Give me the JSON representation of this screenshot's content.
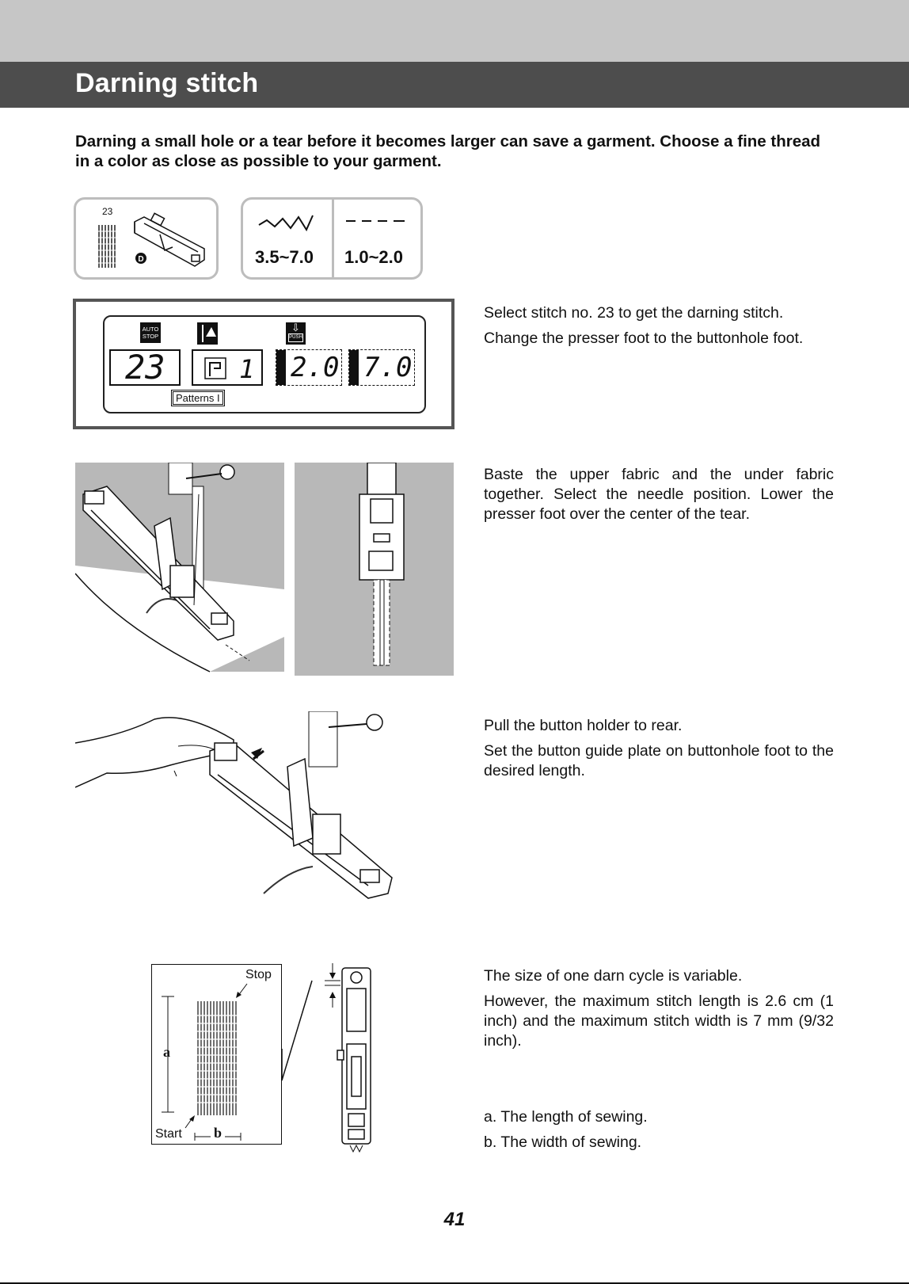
{
  "title": "Darning stitch",
  "intro": "Darning a small hole or a tear before it becomes larger can save a garment. Choose a fine thread in a color as close as possible to your garment.",
  "foot_box": {
    "stitch_number": "23",
    "foot_letter": "D"
  },
  "settings": {
    "width_range": "3.5~7.0",
    "length_range": "1.0~2.0"
  },
  "lcd": {
    "auto_stop": [
      "AUTO",
      "STOP"
    ],
    "push": "PUSH",
    "stitch": "23",
    "pattern_char": "1",
    "length_value": "2.0",
    "width_value": "7.0",
    "patterns_label": "Patterns I"
  },
  "steps": [
    {
      "paragraphs": [
        "Select stitch no. 23 to get the darning stitch.",
        "Change the presser foot to the buttonhole foot."
      ]
    },
    {
      "paragraphs": [
        "Baste the upper fabric and the under fabric together. Select the needle position. Lower the presser foot over the center of the tear."
      ]
    },
    {
      "paragraphs": [
        "Pull the button holder to rear.",
        "Set the button guide plate on buttonhole foot to the desired length."
      ]
    },
    {
      "paragraphs": [
        "The size of one darn cycle is variable.",
        "However, the maximum stitch length is 2.6 cm (1 inch) and the maximum stitch width is 7 mm (9/32 inch)."
      ]
    }
  ],
  "legend": [
    "a. The length of sewing.",
    "b. The width of sewing."
  ],
  "diagram_labels": {
    "stop": "Stop",
    "start": "Start",
    "a": "a",
    "b": "b"
  },
  "page_number": "41",
  "colors": {
    "title_bar": "#4d4d4d",
    "top_band": "#c6c6c6",
    "photo_gray": "#b8b8b8",
    "box_border": "#bdbdbd"
  }
}
